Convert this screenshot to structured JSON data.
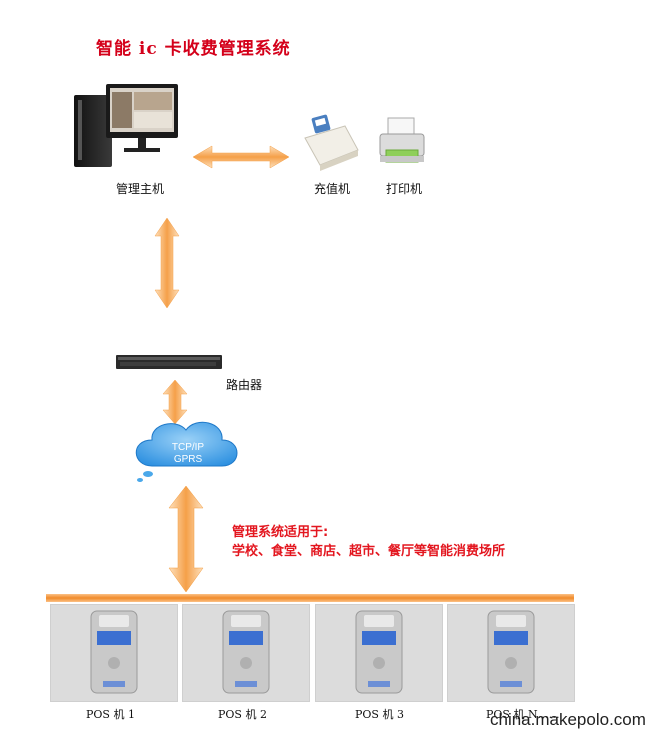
{
  "title": "智能 ic 卡收费管理系统",
  "labels": {
    "host": "管理主机",
    "recharger": "充值机",
    "printer": "打印机",
    "router": "路由器"
  },
  "cloud": {
    "line1": "TCP/IP",
    "line2": "GPRS"
  },
  "note": {
    "line1": "管理系统适用于:",
    "line2": "学校、食堂、商店、超市、餐厅等智能消费场所"
  },
  "pos_terminals": [
    {
      "label": "POS 机 1"
    },
    {
      "label": "POS 机 2"
    },
    {
      "label": "POS 机 3"
    },
    {
      "label": "POS 机 N……"
    }
  ],
  "watermark": "china.makepolo.com",
  "colors": {
    "arrow": "#f7a54a",
    "bus": "#f39b3c",
    "title": "#d4001a",
    "note": "#e3161f",
    "cloud": "#4aa8ea"
  }
}
